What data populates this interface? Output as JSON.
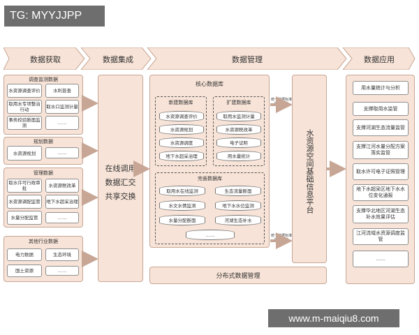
{
  "watermark_top": "TG: MYYJJPP",
  "watermark_bottom": "www.m-maiqiu8.com",
  "header": [
    "数据获取",
    "数据集成",
    "数据管理",
    "数据应用"
  ],
  "acquisition": {
    "survey": {
      "title": "调查监测数据",
      "items": [
        "水资源调查评价",
        "水利普查",
        "取用水专项整治行动",
        "取水口监测计量",
        "事务校验断面监测",
        "……"
      ]
    },
    "planning": {
      "title": "规划数据",
      "items": [
        "水资源规划",
        "……"
      ]
    },
    "management": {
      "title": "管理数据",
      "items": [
        "取水许可行政审批",
        "水资源税改革",
        "水资源调配监管",
        "地下水超采治理",
        "水量分配监管",
        "……"
      ]
    },
    "industry": {
      "title": "其他行业数据",
      "items": [
        "电力数据",
        "生态环境",
        "国土资源",
        "……"
      ]
    }
  },
  "integration": [
    "在线调用",
    "数据汇交",
    "共享交换"
  ],
  "management": {
    "core_title": "核心数据库",
    "new_db": {
      "title": "新建数据库",
      "items": [
        "水资源调查评价",
        "水资源规划",
        "水资源调度",
        "地下水超采治理"
      ]
    },
    "ext_db": {
      "title": "扩建数据库",
      "items": [
        "取用水监测计量",
        "水资源税改革",
        "电子证照",
        "用水量统计"
      ]
    },
    "improve_db": {
      "title": "完善数据库",
      "items": [
        "取用水在线监测",
        "生态流量断面",
        "水文水情监测",
        "地下水水位监测",
        "水量分配断面",
        "河湖生态补水",
        "……"
      ]
    },
    "platform": "水资源空间基础信息平台",
    "note_top": "统一数据标准统一服务",
    "note_bottom": "统一数据标准统一服务",
    "distributed": "分布式数据管理"
  },
  "applications": [
    "用水量统计与分析",
    "支撑取用水监管",
    "支撑河湖生态流量监管",
    "支撑江河水量分配方案落实监管",
    "取水许可电子证照管理",
    "地下水超采区地下水水位变化通报",
    "支撑华北地区河湖生态补水效果评估",
    "江河流域水资源调度监管",
    "……"
  ],
  "colors": {
    "panel": "#f7e3d7",
    "header": "#f7e3d7",
    "border": "#8f8f8f"
  }
}
